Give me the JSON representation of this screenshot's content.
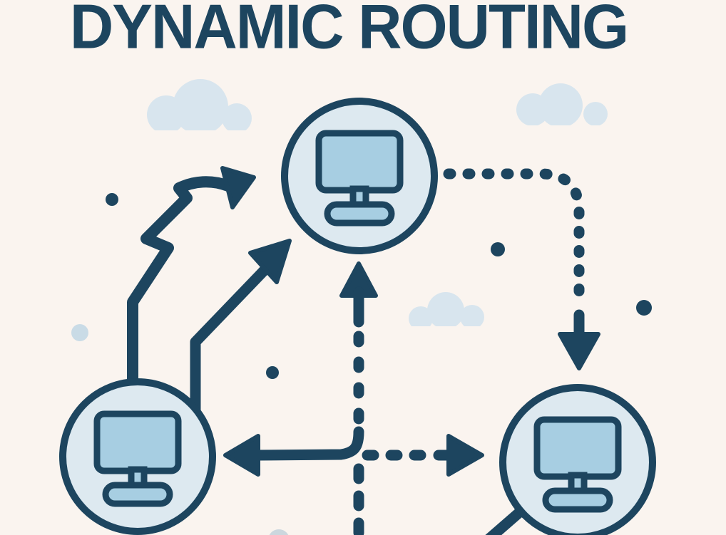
{
  "title": "DYNAMIC ROUTING",
  "colors": {
    "background": "#faf4ef",
    "ink": "#1d455f",
    "node-fill": "#dde9f0",
    "screen-fill": "#a7cee2",
    "cloud": "#d8e5ee",
    "cloud-dim": "#ccd7de",
    "dot-accent": "#c9dbe6"
  },
  "diagram": {
    "type": "network-routing-illustration",
    "nodes": [
      {
        "id": "node-top",
        "icon": "desktop-computer-icon",
        "position": "top-center"
      },
      {
        "id": "node-bottom-left",
        "icon": "desktop-computer-icon",
        "position": "bottom-left"
      },
      {
        "id": "node-bottom-right",
        "icon": "desktop-computer-icon",
        "position": "bottom-right"
      }
    ],
    "edges": [
      {
        "from": "node-bottom-left",
        "to": "node-top",
        "style": "solid-zigzag",
        "arrowhead": "single"
      },
      {
        "from": "node-bottom-left",
        "to": "node-top",
        "style": "solid-straight-diagonal",
        "arrowhead": "single"
      },
      {
        "from": "bottom-center",
        "to": "node-top",
        "style": "dashed-vertical",
        "arrowhead": "single-up"
      },
      {
        "from": "node-top",
        "to": "node-bottom-right",
        "style": "dotted-curve",
        "arrowhead": "single-down"
      },
      {
        "from": "node-bottom-left",
        "to": "node-bottom-right",
        "style": "dashed-horizontal",
        "arrowhead": "double"
      },
      {
        "from": "node-bottom-right",
        "to": "off-canvas-bottom-left",
        "style": "solid-line",
        "arrowhead": "none"
      }
    ],
    "decorations": {
      "clouds": 4,
      "ink_dots": 4,
      "accent_dots": 1
    }
  }
}
